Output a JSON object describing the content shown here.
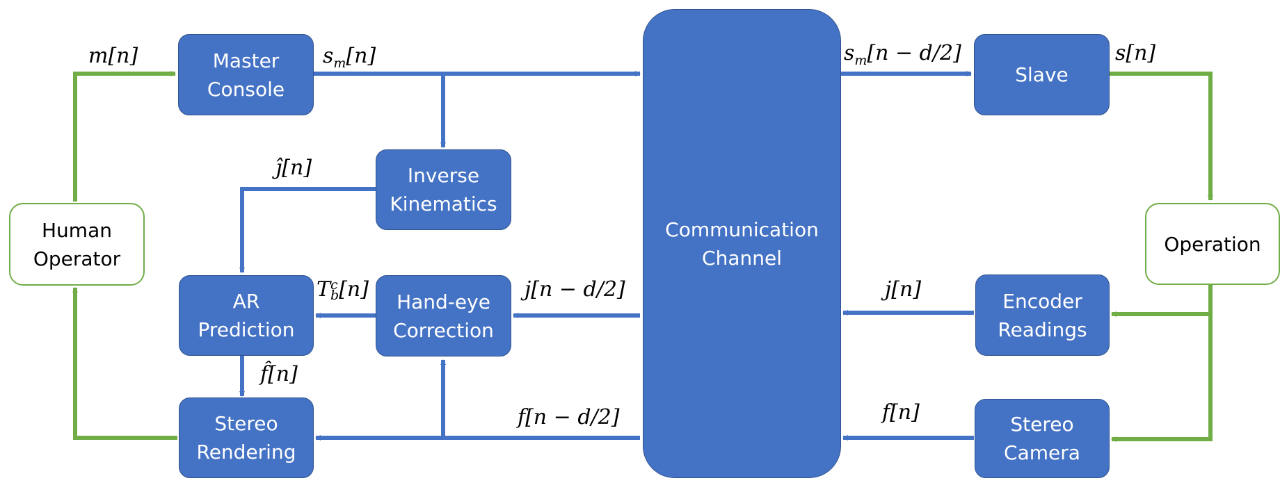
{
  "colors": {
    "box_fill": "#4472c4",
    "box_border": "#2f528f",
    "signal_arrow": "#4472c4",
    "physical_arrow": "#70ad47",
    "endpoint_border": "#70ad47"
  },
  "blocks": {
    "human_operator": [
      "Human",
      "Operator"
    ],
    "master_console": [
      "Master",
      "Console"
    ],
    "inverse_kinematics": [
      "Inverse",
      "Kinematics"
    ],
    "ar_prediction": [
      "AR",
      "Prediction"
    ],
    "hand_eye_correction": [
      "Hand-eye",
      "Correction"
    ],
    "stereo_rendering": [
      "Stereo",
      "Rendering"
    ],
    "communication_channel": [
      "Communication",
      "Channel"
    ],
    "slave": [
      "Slave"
    ],
    "operation": [
      "Operation"
    ],
    "encoder_readings": [
      "Encoder",
      "Readings"
    ],
    "stereo_camera": [
      "Stereo",
      "Camera"
    ]
  },
  "signals": {
    "m": "m[n]",
    "sm_base": "s",
    "sm_sub": "m",
    "sm_tail": "[n]",
    "sm_delayed_tail": "[n − d/2]",
    "s": "s[n]",
    "jhat": "ĵ[n]",
    "t_base": "T",
    "t_sub": "b",
    "t_sup": "c",
    "t_tail": "[n]",
    "j_delayed": "j[n − d/2]",
    "j": "j[n]",
    "fhat": "f̂[n]",
    "f_delayed": "f[n − d/2]",
    "f": "f[n]"
  }
}
